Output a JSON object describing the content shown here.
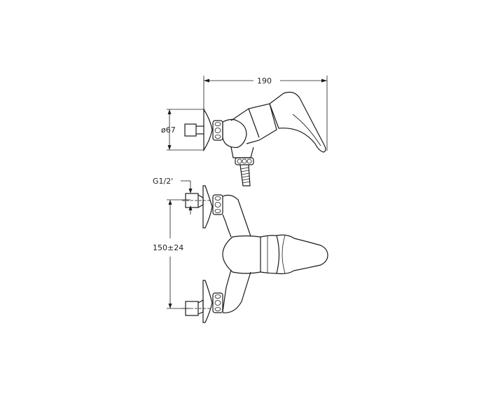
{
  "diagram": {
    "type": "technical drawing",
    "subject": "wall-mounted single-lever shower mixer",
    "views": [
      "side view",
      "front view"
    ],
    "dimensions": {
      "width_label": "190",
      "diameter_label": "ø67",
      "thread_label": "G1/2'",
      "spacing_label": "150±24"
    },
    "colors": {
      "line": "#1a1a1a",
      "background": "#ffffff"
    }
  }
}
